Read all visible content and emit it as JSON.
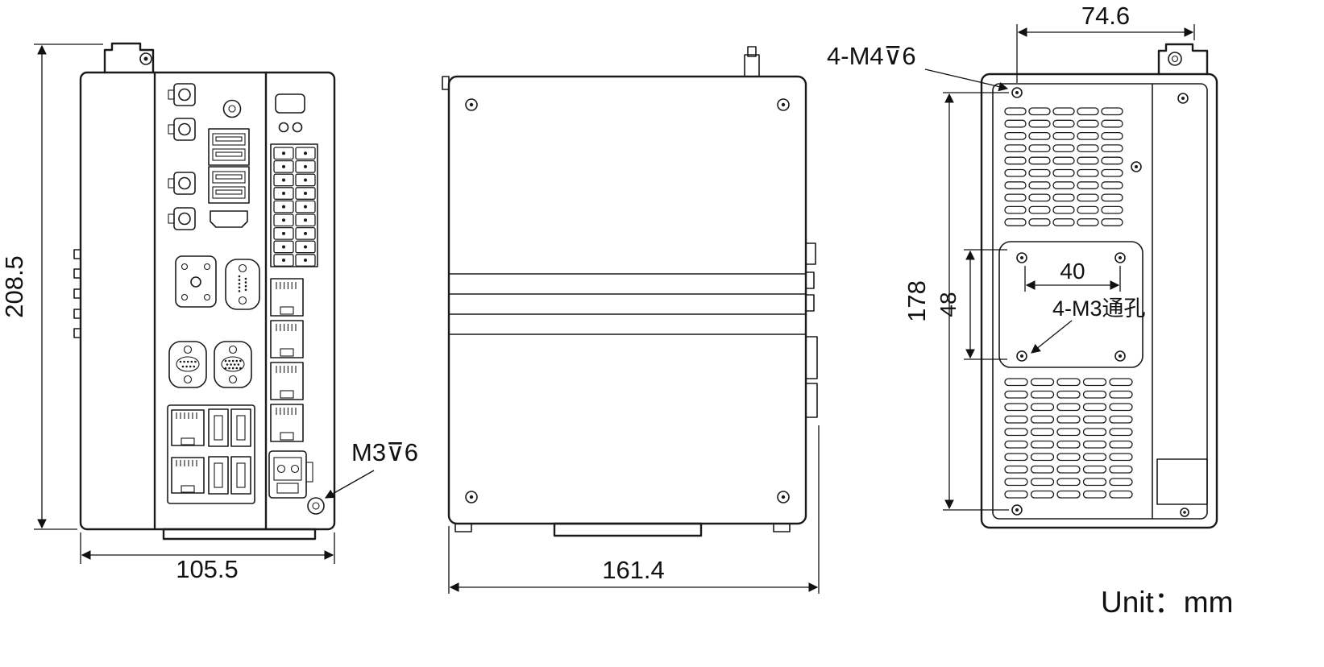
{
  "drawing": {
    "unit_label": "Unit：mm",
    "stroke_color": "#1a1a1a",
    "front": {
      "height_mm": "208.5",
      "width_mm": "105.5",
      "screw_note": "M3⊽6"
    },
    "side": {
      "width_mm": "161.4"
    },
    "back": {
      "top_width_mm": "74.6",
      "mount_height_mm": "178",
      "plate_height_mm": "48",
      "plate_width_mm": "40",
      "screw_note": "4-M4⊽6",
      "hole_note": "4-M3通孔"
    }
  }
}
